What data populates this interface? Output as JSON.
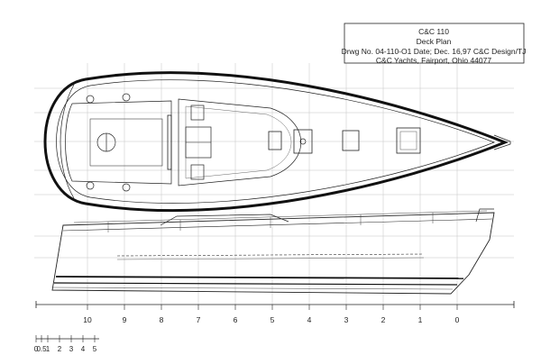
{
  "title_block": {
    "boat": "C&C 110",
    "sheet": "Deck Plan",
    "drawing_info": "Drwg No. 04-110-O1  Date; Dec. 16,97  C&C Design/TJ",
    "builder": "C&C Yachts, Fairport, Ohio 44077"
  },
  "stations": [
    "10",
    "9",
    "8",
    "7",
    "6",
    "5",
    "4",
    "3",
    "2",
    "1",
    "0"
  ],
  "scale_bar": {
    "labels": [
      "0",
      "0.5",
      "1",
      "2",
      "3",
      "4",
      "5"
    ]
  },
  "colors": {
    "line": "#222222",
    "grid": "#c4c4c4",
    "background": "#ffffff"
  }
}
